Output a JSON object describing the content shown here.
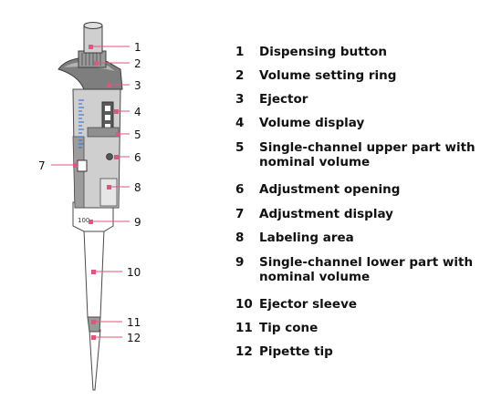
{
  "legend": {
    "items": [
      {
        "num": "1",
        "label": "Dispensing button"
      },
      {
        "num": "2",
        "label": "Volume setting ring"
      },
      {
        "num": "3",
        "label": "Ejector"
      },
      {
        "num": "4",
        "label": "Volume display"
      },
      {
        "num": "5",
        "label": "Single-channel upper part with nominal volume"
      },
      {
        "num": "6",
        "label": "Adjustment opening"
      },
      {
        "num": "7",
        "label": "Adjustment display"
      },
      {
        "num": "8",
        "label": "Labeling area"
      },
      {
        "num": "9",
        "label": "Single-channel lower part with nominal volume"
      },
      {
        "num": "10",
        "label": "Ejector sleeve"
      },
      {
        "num": "11",
        "label": "Tip cone"
      },
      {
        "num": "12",
        "label": "Pipette tip"
      }
    ]
  },
  "pipette": {
    "volume_text": "100"
  },
  "colors": {
    "body_gray": "#c9c9c9",
    "dark_gray": "#8a8a8a",
    "outline": "#4a4a4a",
    "scale_blue": "#3b6fd6",
    "marker_pink": "#e0567a"
  }
}
